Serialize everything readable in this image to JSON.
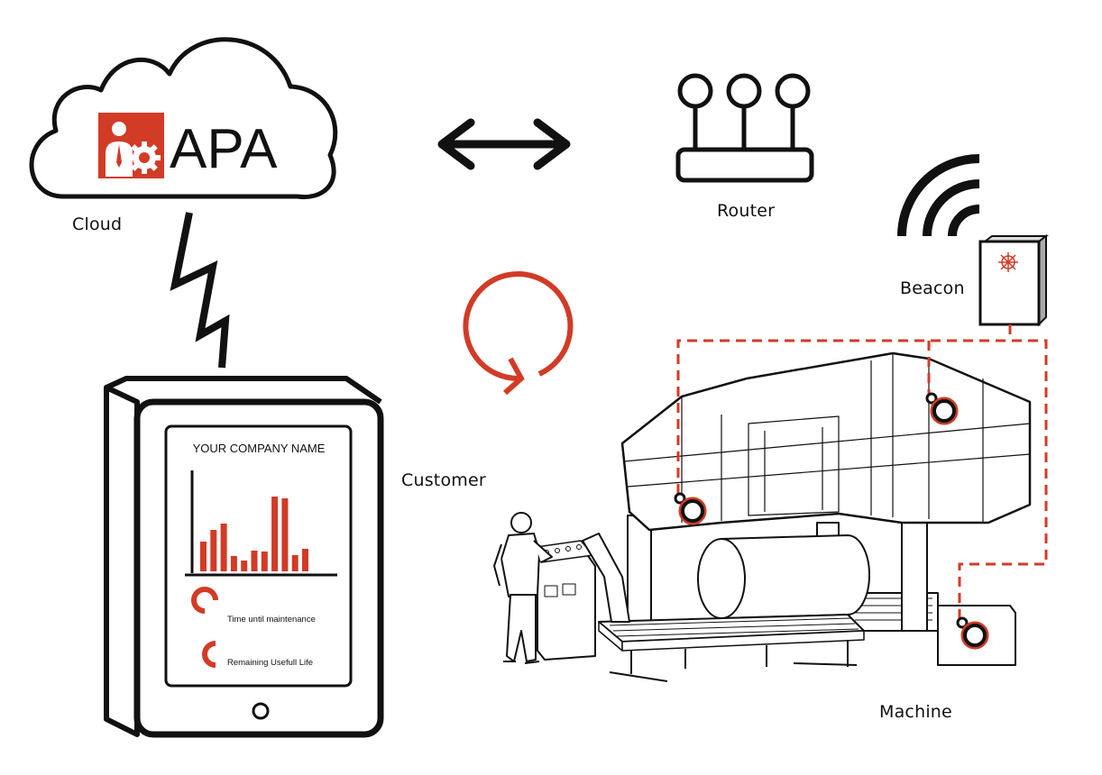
{
  "logo": {
    "text": "APA"
  },
  "labels": {
    "cloud": "Cloud",
    "router": "Router",
    "beacon": "Beacon",
    "customer": "Customer",
    "machine": "Machine"
  },
  "tablet": {
    "company": "YOUR COMPANY NAME",
    "bars": [
      0.33,
      0.46,
      0.53,
      0.17,
      0.12,
      0.23,
      0.22,
      0.83,
      0.81,
      0.18,
      0.25
    ],
    "gauges": [
      {
        "label": "Time until maintenance",
        "value": 0.75
      },
      {
        "label": "Remaining Usefull Life",
        "value": 0.5
      }
    ]
  },
  "colors": {
    "accent": "#d23b26",
    "ink": "#111111"
  },
  "icons": [
    "cloud-icon",
    "lightning-icon",
    "double-arrow-icon",
    "router-icon",
    "wifi-icon",
    "beacon-icon",
    "cycle-icon",
    "tablet-icon",
    "sensor-icon",
    "bandsaw-machine",
    "operator-figure"
  ]
}
